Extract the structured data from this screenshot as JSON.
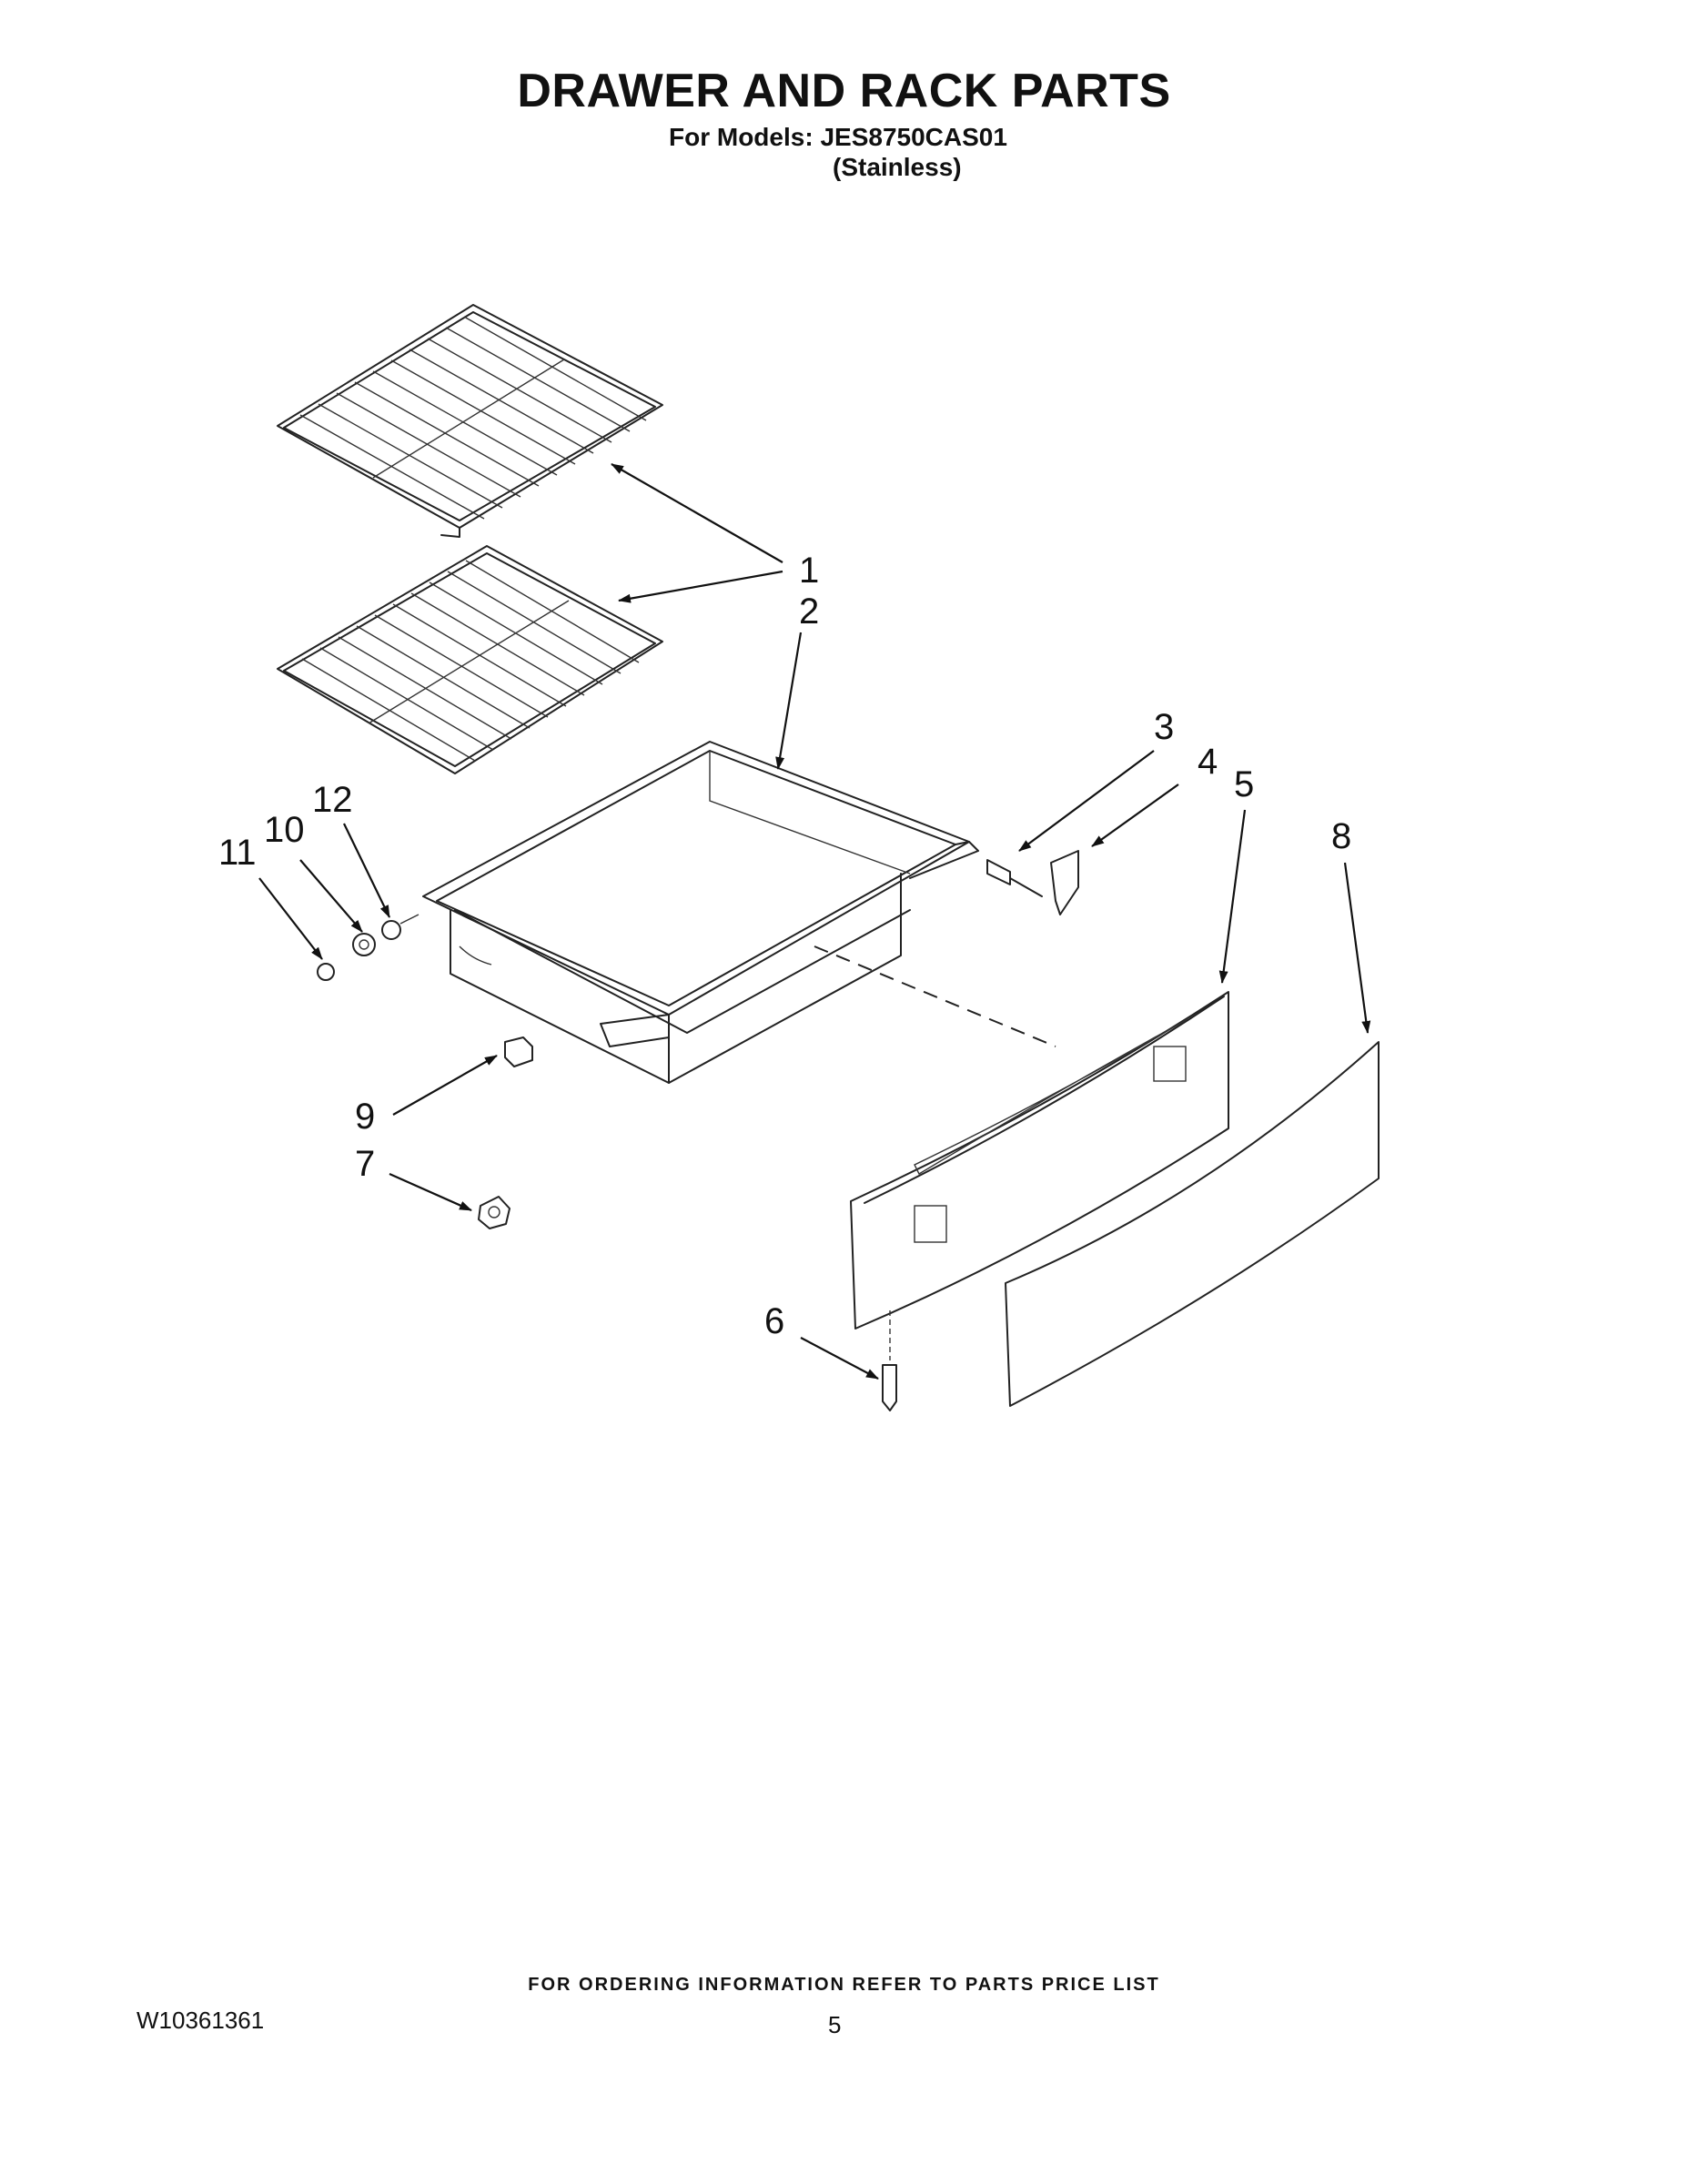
{
  "header": {
    "title": "DRAWER AND RACK PARTS",
    "models_line": "For Models: JES8750CAS01",
    "variant_line": "(Stainless)"
  },
  "callouts": {
    "c1": "1",
    "c2": "2",
    "c3": "3",
    "c4": "4",
    "c5": "5",
    "c6": "6",
    "c7": "7",
    "c8": "8",
    "c9": "9",
    "c10": "10",
    "c11": "11",
    "c12": "12"
  },
  "footer": {
    "ordering_note": "FOR ORDERING INFORMATION REFER TO PARTS PRICE LIST",
    "doc_number": "W10361361",
    "page_number": "5"
  }
}
